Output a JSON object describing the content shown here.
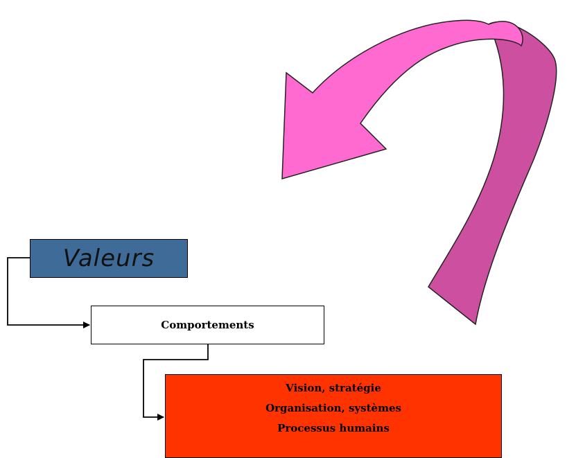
{
  "boxes": {
    "valeurs": "Valeurs",
    "comportements": "Comportements",
    "vision_lines": [
      "Vision, stratégie",
      "Organisation, systèmes",
      "Processus humains"
    ]
  },
  "colors": {
    "valeurs_fill": "#3f6b98",
    "vision_fill": "#ff3300",
    "arrow_front": "#ff6ad1",
    "arrow_back": "#cc4fa0"
  },
  "icons": {
    "curved_arrow": "curved-feedback-arrow-icon"
  }
}
